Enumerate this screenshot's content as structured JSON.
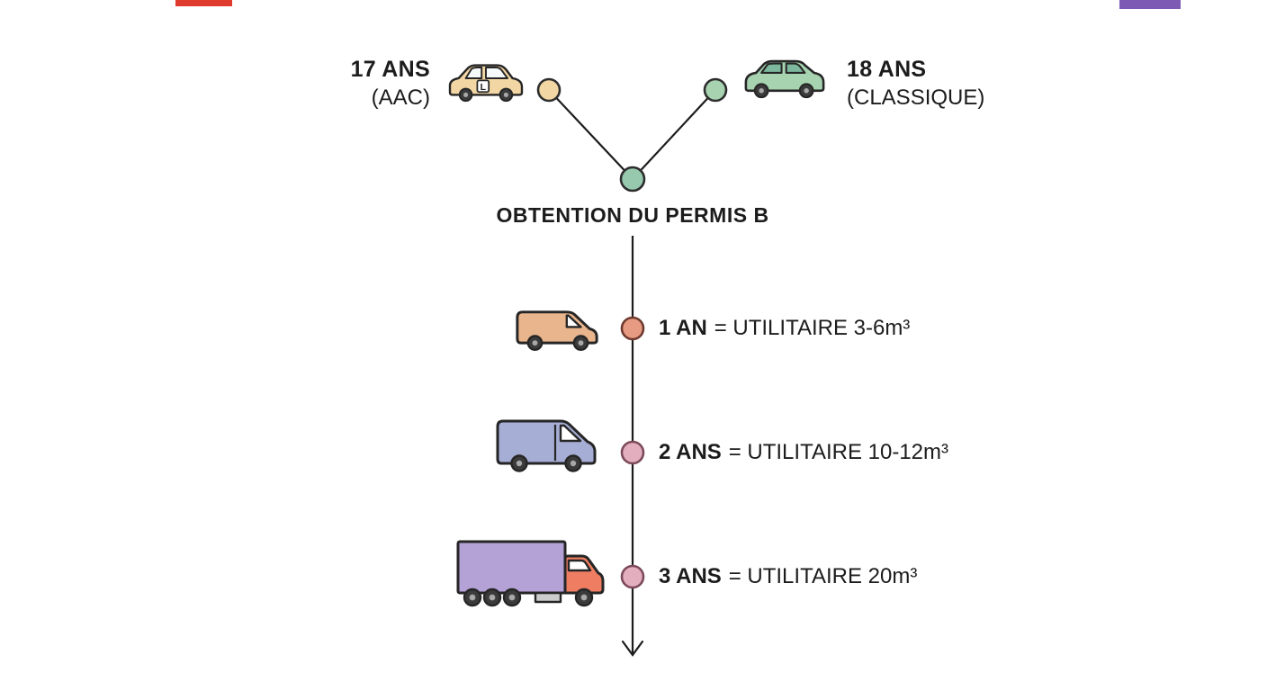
{
  "page": {
    "background": "#ffffff"
  },
  "decor": {
    "top_left_bar_color": "#df3a2e",
    "top_right_bar_color": "#7d5bb5"
  },
  "branches": {
    "left": {
      "age": "17 ANS",
      "type": "(AAC)",
      "node_color": "#f2d7a4",
      "car_color": "#f2d7a4",
      "plate_letter": "L"
    },
    "right": {
      "age": "18 ANS",
      "type": "(CLASSIQUE)",
      "node_color": "#a8d3b0",
      "car_color": "#a8d3b0"
    }
  },
  "junction": {
    "label": "OBTENTION DU PERMIS B",
    "node_color": "#96c9ae"
  },
  "milestones": [
    {
      "duration": "1 AN",
      "rest": "= UTILITAIRE 3-6m³",
      "node_color": "#e79b82",
      "node_stroke": "#6e3a2e",
      "vehicle": "small-van",
      "vehicle_color": "#e9b58d"
    },
    {
      "duration": "2 ANS",
      "rest": "= UTILITAIRE 10-12m³",
      "node_color": "#e3aebe",
      "node_stroke": "#7c4a5a",
      "vehicle": "medium-van",
      "vehicle_color": "#a7aed5"
    },
    {
      "duration": "3 ANS",
      "rest": "= UTILITAIRE 20m³",
      "node_color": "#e3aebe",
      "node_stroke": "#7c4a5a",
      "vehicle": "truck",
      "vehicle_color": "#b4a2d7",
      "cab_color": "#ef7d62"
    }
  ]
}
